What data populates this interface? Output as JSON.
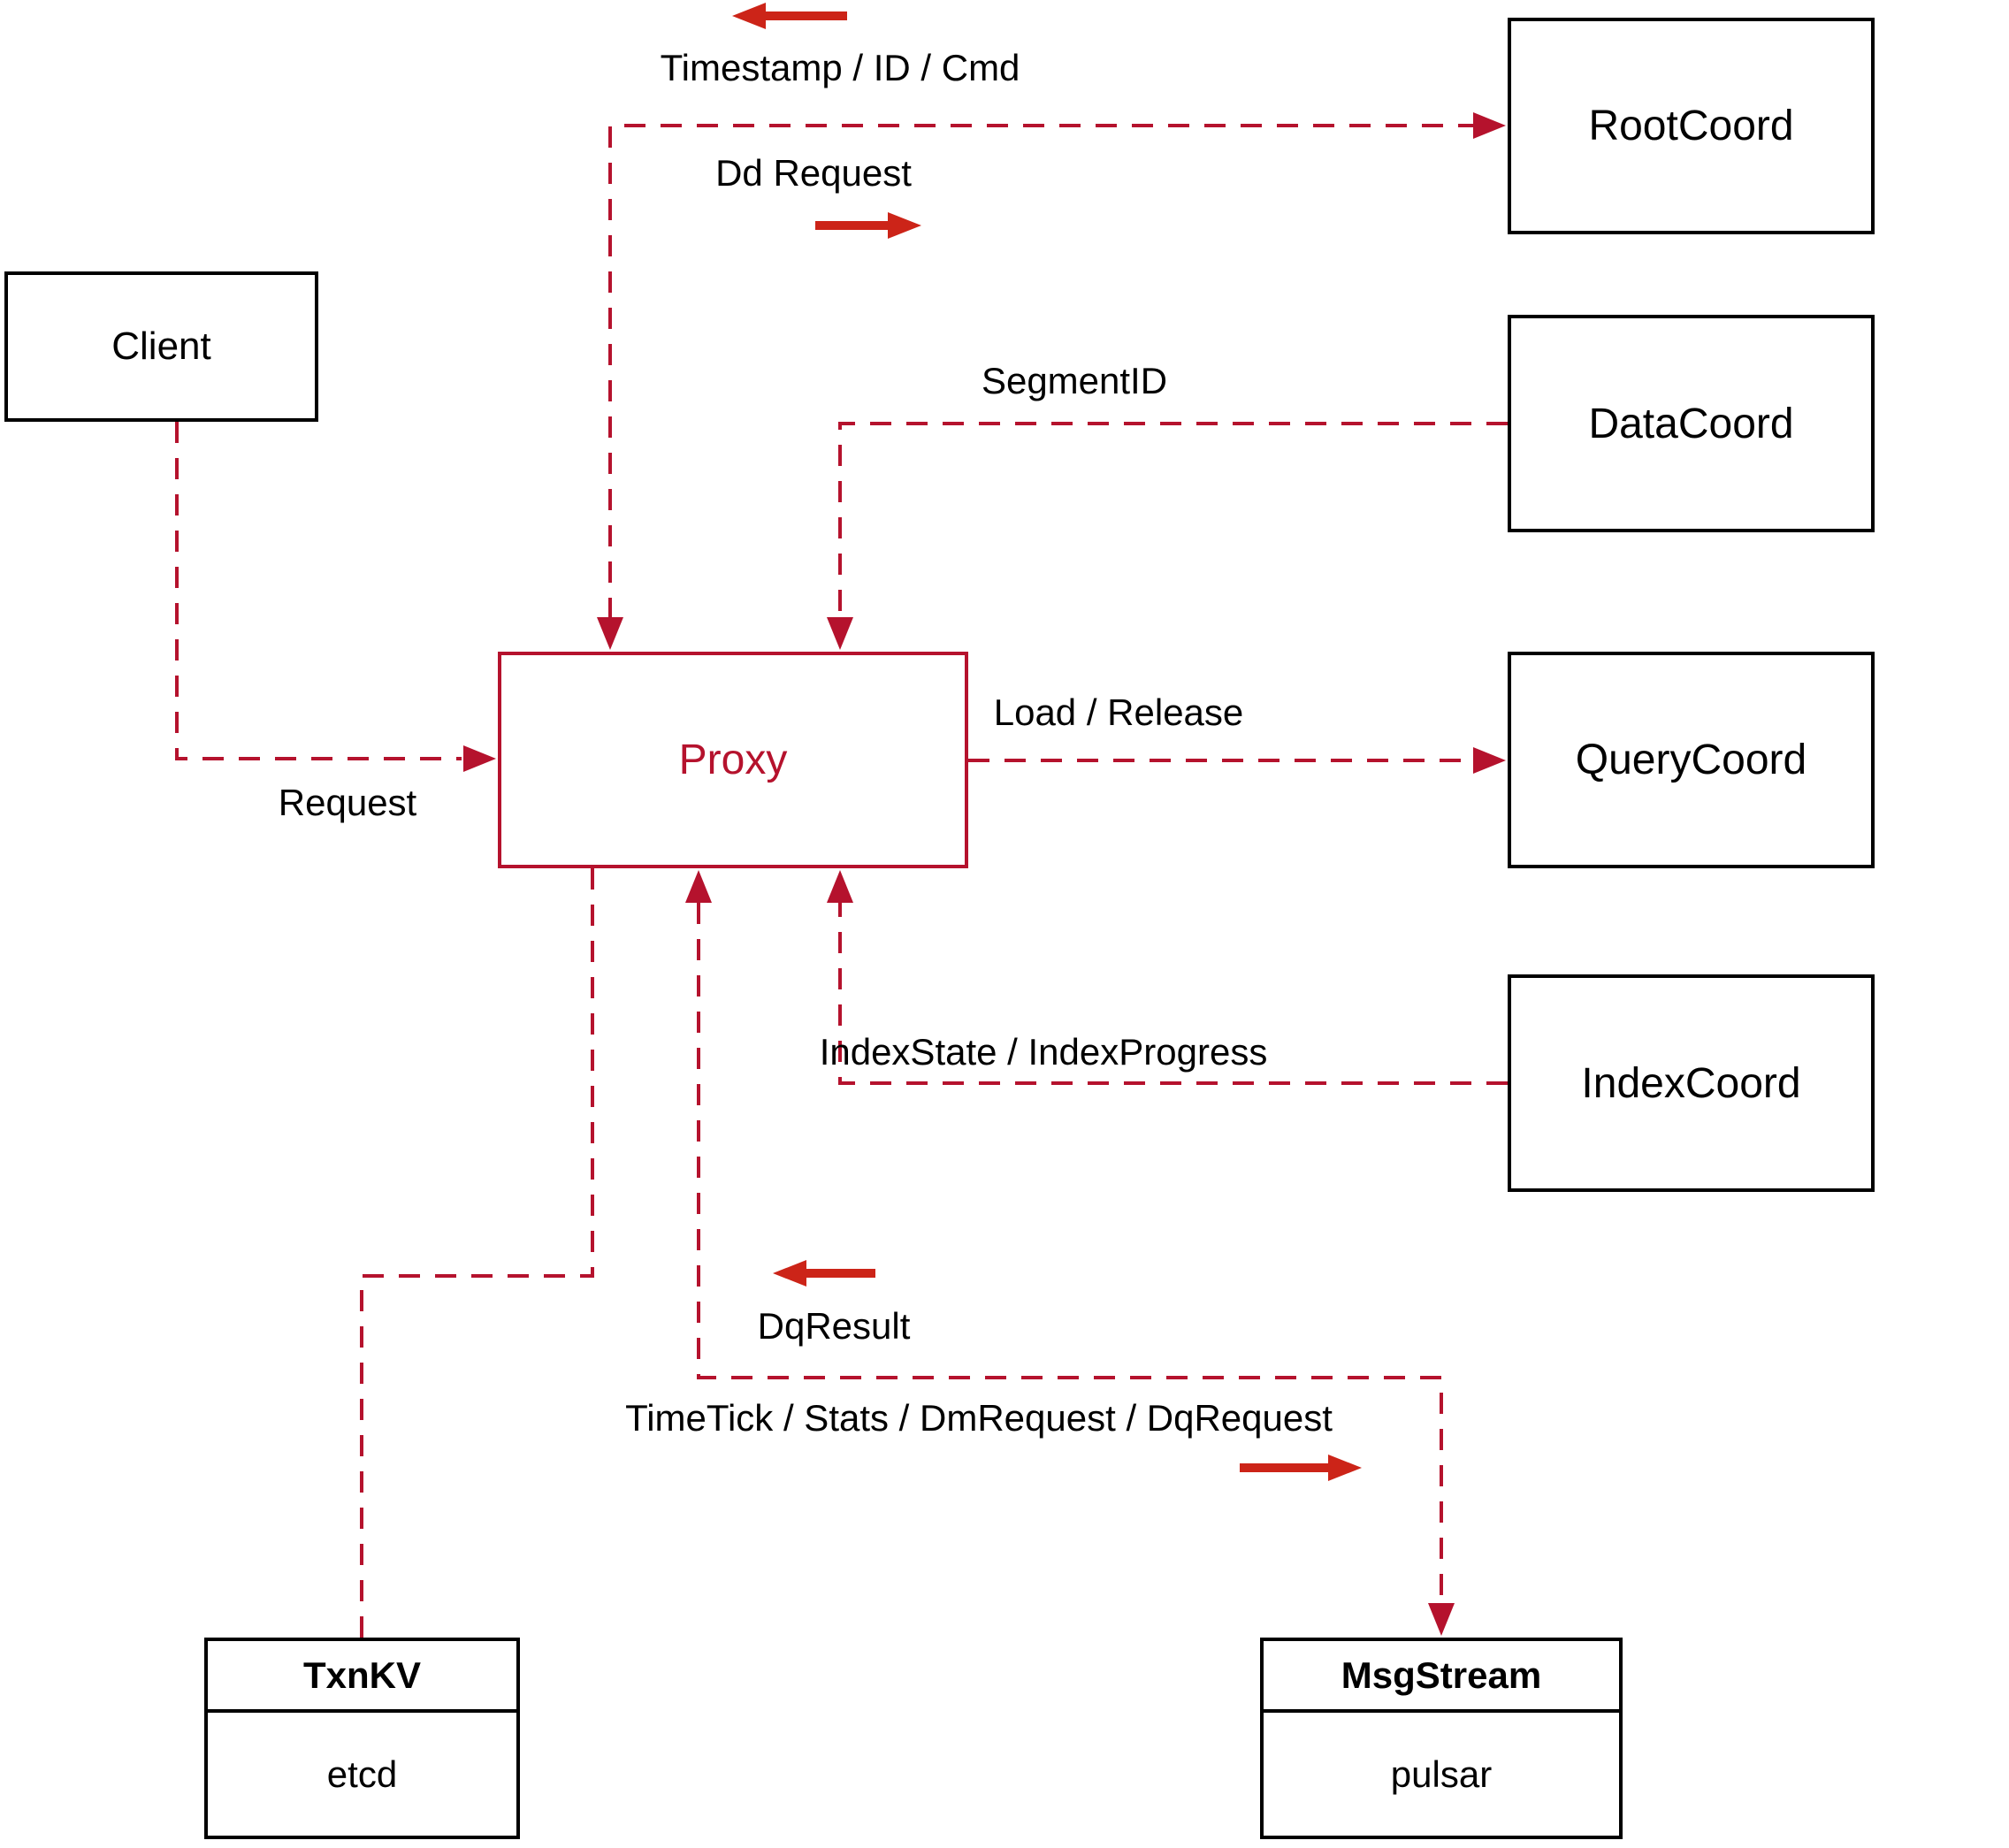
{
  "nodes": {
    "client": {
      "label": "Client"
    },
    "proxy": {
      "label": "Proxy"
    },
    "rootcoord": {
      "label": "RootCoord"
    },
    "datacoord": {
      "label": "DataCoord"
    },
    "querycoord": {
      "label": "QueryCoord"
    },
    "indexcoord": {
      "label": "IndexCoord"
    },
    "txnkv": {
      "title": "TxnKV",
      "subtitle": "etcd"
    },
    "msgstream": {
      "title": "MsgStream",
      "subtitle": "pulsar"
    }
  },
  "edge_labels": {
    "timestamp": "Timestamp / ID / Cmd",
    "dd_request": "Dd Request",
    "segment_id": "SegmentID",
    "request": "Request",
    "load_release": "Load / Release",
    "index_state": "IndexState / IndexProgress",
    "dq_result": "DqResult",
    "timetick": "TimeTick / Stats / DmRequest / DqRequest"
  },
  "colors": {
    "line": "#b5122d",
    "arrow": "#cc2418",
    "border": "#000000"
  }
}
